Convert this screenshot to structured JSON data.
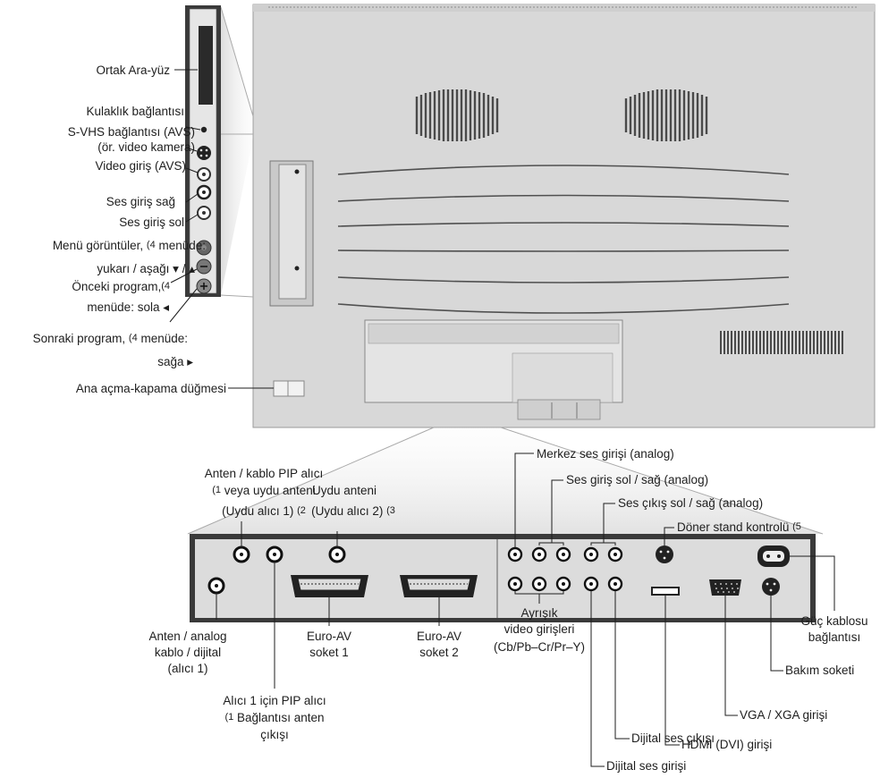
{
  "side_panel_labels": {
    "common_interface": "Ortak Ara-yüz",
    "headphone": "Kulaklık bağlantısı",
    "svhs_1": "S-VHS bağlantısı (AVS)",
    "svhs_2": "(ör. video kamera)",
    "video_in": "Video giriş (AVS)",
    "audio_right": "Ses giriş sağ",
    "audio_left": "Ses giriş sol",
    "menu_1": "Menü görüntüler,",
    "menu_1_sup": "(4",
    "menu_1_tail": "menüde:",
    "menu_2": "yukarı / aşağı ▾ / ▴",
    "prev_1": "Önceki program,",
    "prev_1_sup": "(4",
    "prev_2": "menüde: sola ◂",
    "next_1": "Sonraki program,",
    "next_1_sup": "(4",
    "next_1_tail": "menüde:",
    "next_2": "sağa ▸",
    "power_switch": "Ana açma-kapama düğmesi"
  },
  "bottom_panel_labels": {
    "center_audio": "Merkez ses girişi (analog)",
    "audio_in_lr": "Ses giriş sol / sağ (analog)",
    "audio_out_lr": "Ses çıkış sol / sağ (analog)",
    "swivel": "Döner stand kontrolü",
    "swivel_sup": "(5",
    "ant_pip_1": "Anten / kablo PIP alıcı",
    "ant_pip_2_sup": "(1",
    "ant_pip_2": "veya uydu anteni",
    "ant_pip_3": "(Uydu alıcı 1)",
    "ant_pip_3_sup": "(2",
    "sat2_1": "Uydu anteni",
    "sat2_2": "(Uydu alıcı 2)",
    "sat2_2_sup": "(3",
    "ant_analog_1": "Anten / analog",
    "ant_analog_2": "kablo / dijital",
    "ant_analog_3": "(alıcı 1)",
    "euro1_1": "Euro-AV",
    "euro1_2": "soket 1",
    "euro2_1": "Euro-AV",
    "euro2_2": "soket 2",
    "comp_1": "Ayrışık",
    "comp_2": "video girişleri",
    "comp_3": "(Cb/Pb–Cr/Pr–Y)",
    "power_cable_1": "Güç kablosu",
    "power_cable_2": "bağlantısı",
    "service": "Bakım soketi",
    "vga": "VGA / XGA girişi",
    "hdmi": "HDMI (DVI) girişi",
    "digital_out": "Dijital ses çıkışı",
    "digital_in": "Dijital ses girişi",
    "pip_out_1": "Alıcı 1 için PIP alıcı",
    "pip_out_2_sup": "(1",
    "pip_out_2": "Bağlantısı anten",
    "pip_out_3": "çıkışı"
  },
  "colors": {
    "panel_gray": "#d9d9d9",
    "panel_dark": "#3a3a3a",
    "tv_back": "#d6d6d6",
    "line": "#1e1e1e"
  }
}
